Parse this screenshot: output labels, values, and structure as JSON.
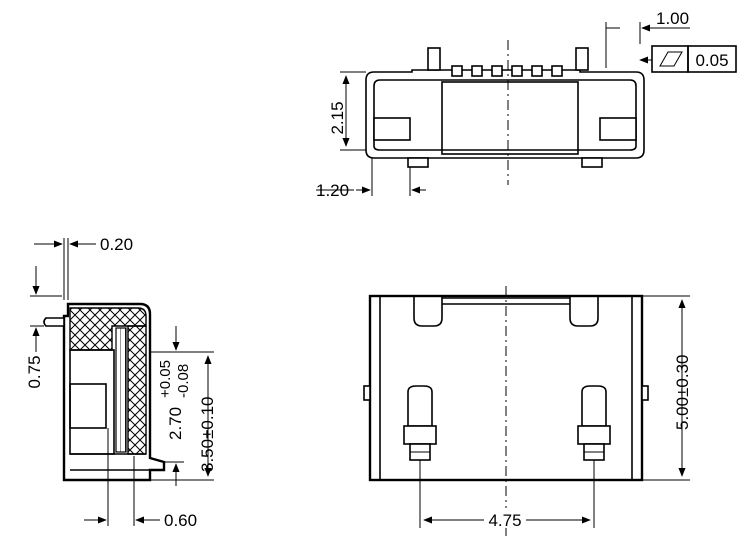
{
  "colors": {
    "line": "#000000",
    "background": "#ffffff"
  },
  "top_view": {
    "dim_width_offset": "1.00",
    "tolerance_value": "0.05",
    "dim_height": "2.15",
    "dim_pin_offset": "1.20"
  },
  "side_view": {
    "dim_top_thickness": "0.20",
    "dim_lead_height": "0.75",
    "dim_height_nominal": "2.70",
    "dim_height_tol_plus": "+0.05",
    "dim_height_tol_minus": "-0.08",
    "dim_total_height": "3.50±0.10",
    "dim_lead_length": "0.60"
  },
  "bottom_view": {
    "dim_length": "5.00±0.30",
    "dim_pin_pitch": "4.75"
  }
}
